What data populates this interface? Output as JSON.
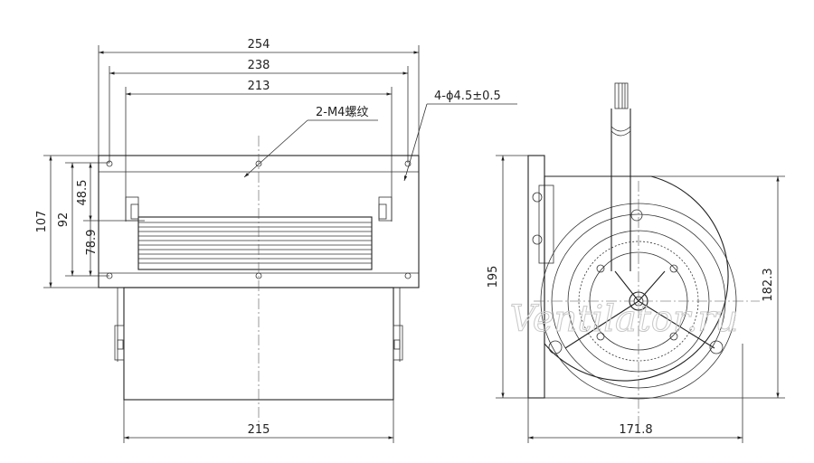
{
  "front_view": {
    "dims": {
      "width_254": "254",
      "width_238": "238",
      "width_213": "213",
      "width_215": "215",
      "height_107": "107",
      "height_92": "92",
      "height_48_5": "48.5",
      "height_78_9": "78.9"
    },
    "callouts": {
      "thread": "2-M4螺纹",
      "holes": "4-ϕ4.5±0.5"
    }
  },
  "side_view": {
    "dims": {
      "height_195": "195",
      "height_182_3": "182.3",
      "width_171_8": "171.8"
    }
  },
  "watermark": "Ventilator.ru"
}
